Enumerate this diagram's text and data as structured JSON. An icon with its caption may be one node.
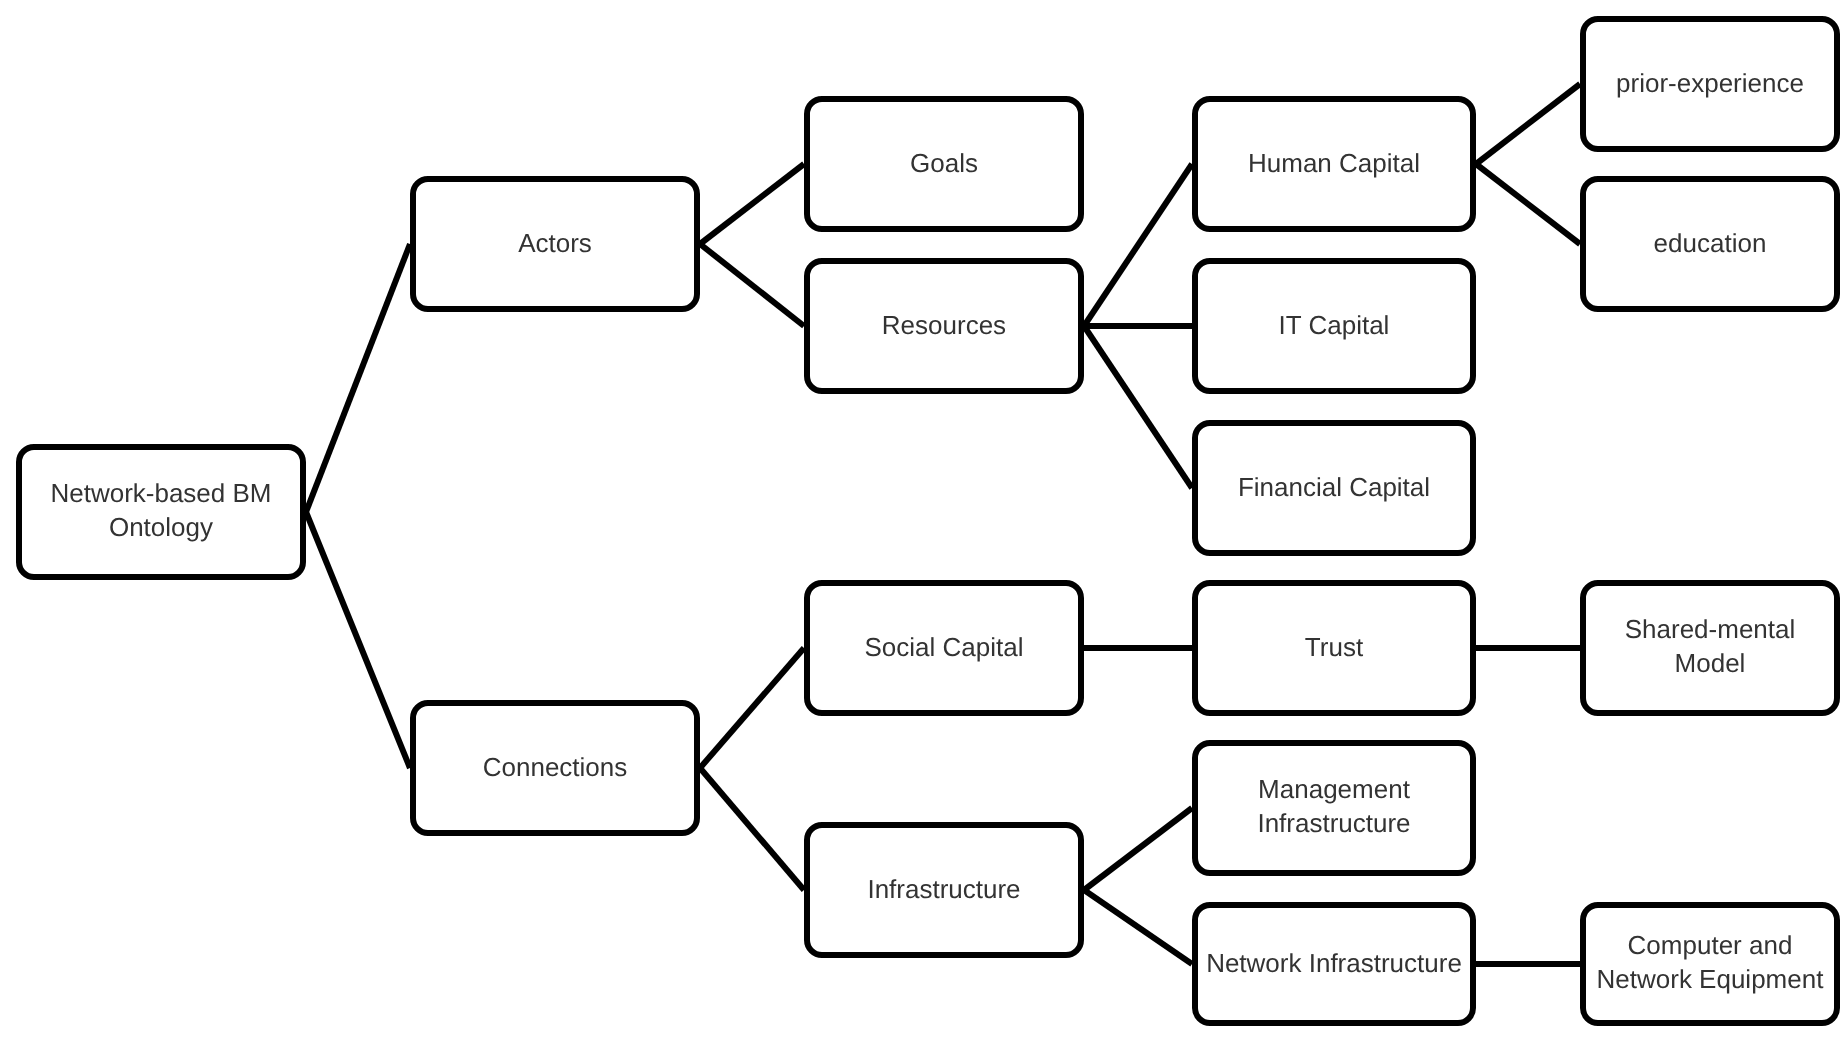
{
  "diagram": {
    "nodes": [
      {
        "text": [
          "Network-based BM Ontology"
        ]
      },
      {
        "text": [
          "Actors"
        ]
      },
      {
        "text": [
          "Connections"
        ]
      },
      {
        "text": [
          "Goals"
        ]
      },
      {
        "text": [
          "Resources"
        ]
      },
      {
        "text": [
          "Social Capital"
        ]
      },
      {
        "text": [
          "Infrastructure"
        ]
      },
      {
        "text": [
          "Human Capital"
        ]
      },
      {
        "text": [
          "IT Capital"
        ]
      },
      {
        "text": [
          "Financial Capital"
        ]
      },
      {
        "text": [
          "Trust"
        ]
      },
      {
        "text": [
          "Management Infrastructure"
        ]
      },
      {
        "text": [
          "Network Infrastructure"
        ]
      },
      {
        "text": [
          "prior-experience"
        ]
      },
      {
        "text": [
          "education"
        ]
      },
      {
        "text": [
          "Shared-mental Model"
        ]
      },
      {
        "text": [
          "Computer and Network Equipment"
        ]
      }
    ],
    "edges": [
      {
        "from": 0,
        "to": 1,
        "arrow": "none"
      },
      {
        "from": 0,
        "to": 2,
        "arrow": "none"
      },
      {
        "from": 1,
        "to": 3,
        "arrow": "none"
      },
      {
        "from": 1,
        "to": 4,
        "arrow": "none"
      },
      {
        "from": 2,
        "to": 5,
        "arrow": "none"
      },
      {
        "from": 2,
        "to": 6,
        "arrow": "none"
      },
      {
        "from": 4,
        "to": 7,
        "arrow": "none"
      },
      {
        "from": 4,
        "to": 8,
        "arrow": "none"
      },
      {
        "from": 4,
        "to": 9,
        "arrow": "none"
      },
      {
        "from": 5,
        "to": 10,
        "arrow": "none"
      },
      {
        "from": 6,
        "to": 11,
        "arrow": "none"
      },
      {
        "from": 6,
        "to": 12,
        "arrow": "none"
      },
      {
        "from": 7,
        "to": 13,
        "arrow": "none"
      },
      {
        "from": 7,
        "to": 14,
        "arrow": "none"
      },
      {
        "from": 10,
        "to": 15,
        "arrow": "none"
      },
      {
        "from": 12,
        "to": 16,
        "arrow": "none"
      }
    ]
  }
}
